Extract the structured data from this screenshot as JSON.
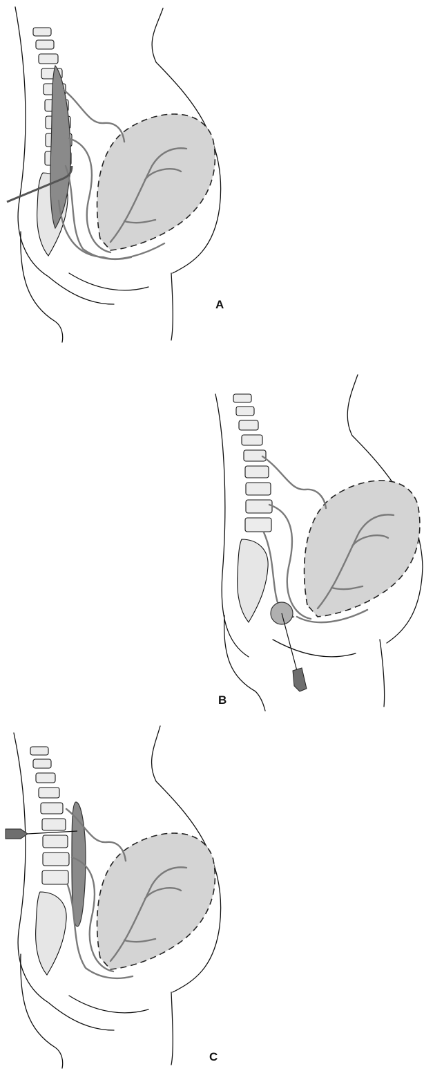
{
  "panels": [
    {
      "id": "A",
      "label": "A",
      "technique": "epidural-catheter"
    },
    {
      "id": "B",
      "label": "B",
      "technique": "pudendal-needle"
    },
    {
      "id": "C",
      "label": "C",
      "technique": "paravertebral-needle"
    }
  ],
  "colors": {
    "uterus_fill": "#d4d4d4",
    "nerve_gray": "#7a7a7a",
    "bone_fill": "#ececec",
    "canal_fill": "#8a8a8a",
    "outline": "#111111"
  }
}
